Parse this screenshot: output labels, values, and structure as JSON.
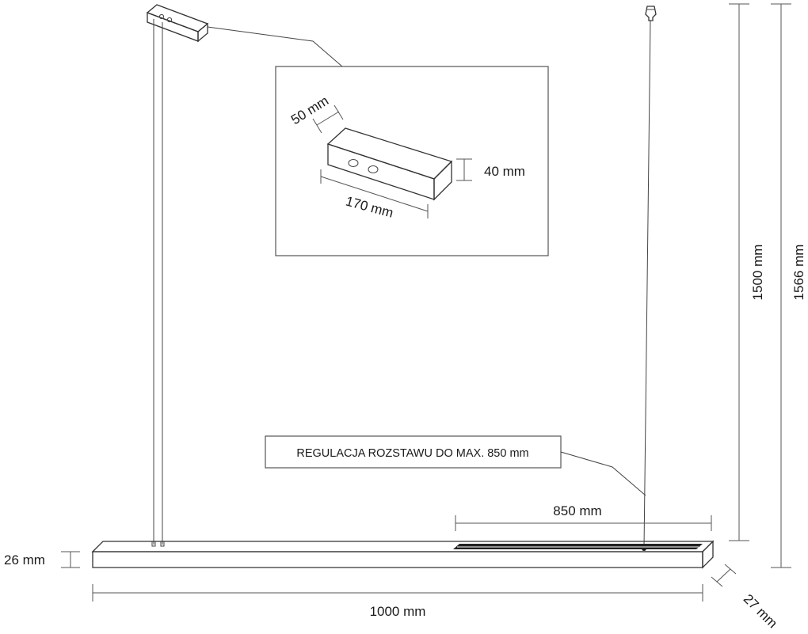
{
  "dimensions": {
    "canopy_depth": "50 mm",
    "canopy_height": "40 mm",
    "canopy_length": "170 mm",
    "drop_height": "1500 mm",
    "total_height": "1566 mm",
    "adjustment_span": "850 mm",
    "bar_height": "26 mm",
    "bar_length": "1000 mm",
    "bar_depth": "27 mm"
  },
  "callout": {
    "adjustment_note": "REGULACJA ROZSTAWU DO MAX. 850 mm"
  }
}
